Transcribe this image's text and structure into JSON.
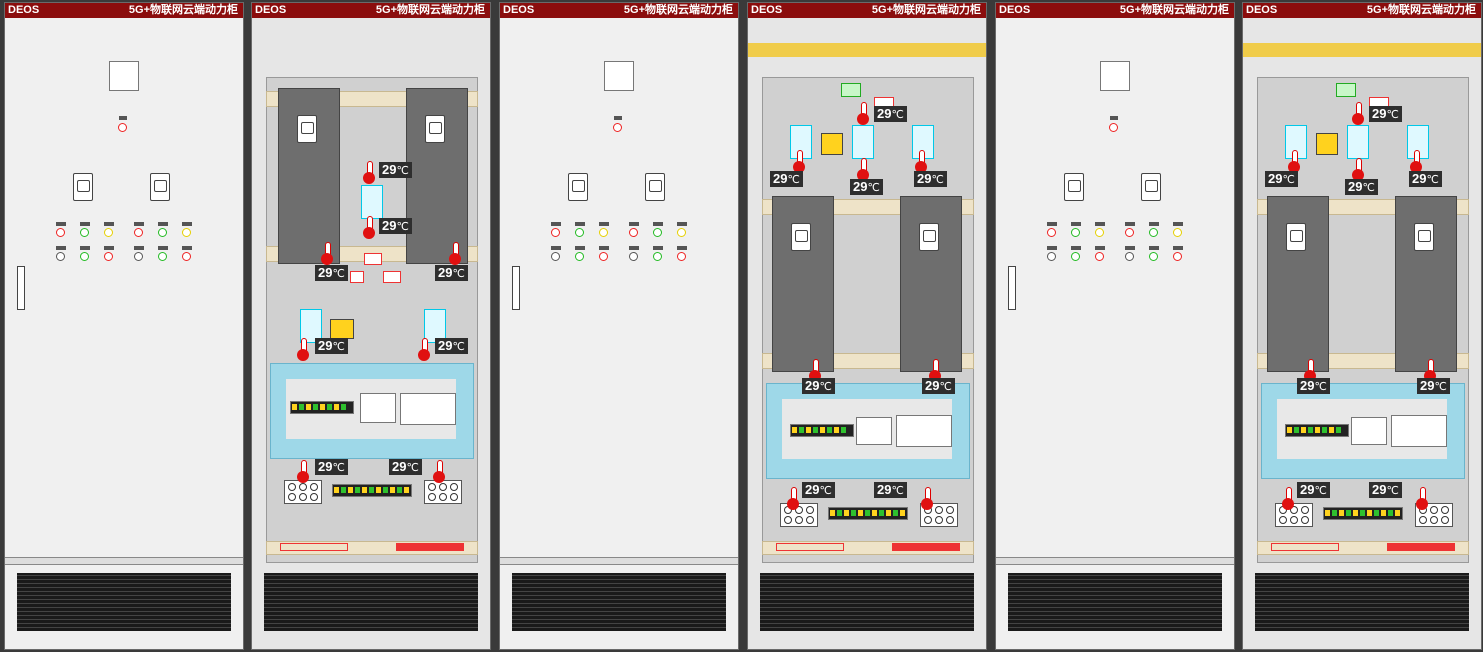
{
  "header": {
    "brand": "DEOS",
    "title": "5G+物联网云端动力柜"
  },
  "temperature": {
    "value": "29",
    "unit": "℃"
  },
  "colors": {
    "header_bg": "#8b0d0d",
    "sensor_red": "#e01010",
    "label_bg": "#2e2e2e",
    "indicator_red": "#ee2222",
    "indicator_green": "#22bb22",
    "indicator_yellow": "#e6d000"
  },
  "icons": {
    "sensor": "thermometer-icon",
    "indicator": "indicator-light-icon"
  }
}
